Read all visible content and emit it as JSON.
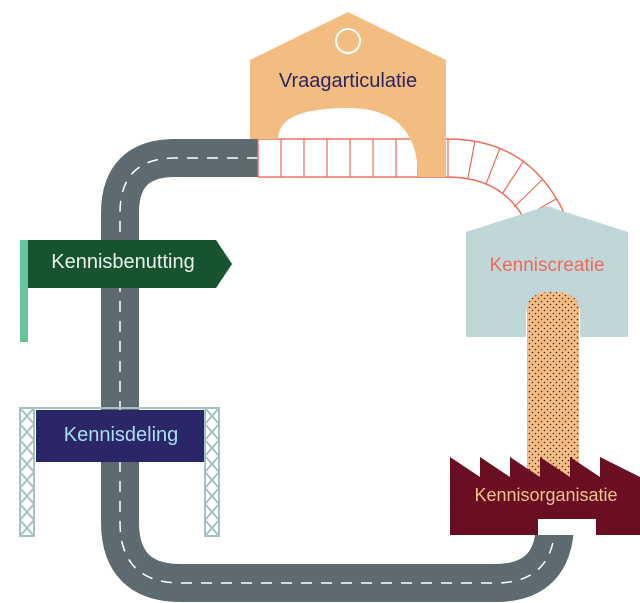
{
  "stages": {
    "vraagarticulatie": "Vraagarticulatie",
    "kenniscreatie": "Kenniscreatie",
    "kennisbenutting": "Kennisbenutting",
    "kennisdeling": "Kennisdeling",
    "kennisorganisatie": "Kennisorganisatie"
  },
  "colors": {
    "road": "#5d6b70",
    "road_dash": "#ffffff",
    "vraag_building": "#f3bd82",
    "creatie_building": "#c1d6d9",
    "bridge_stroke": "#ec6b56",
    "sign_green": "#17532f",
    "sign_pole": "#66c49a",
    "kennisdeling_sign": "#2b2667",
    "scaffold": "#a5c1c6",
    "factory": "#6a0e22",
    "tunnel_fill": "#f5bc84"
  }
}
